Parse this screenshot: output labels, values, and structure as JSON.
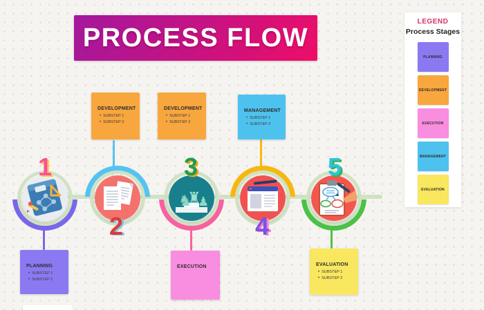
{
  "title": {
    "text": "PROCESS FLOW"
  },
  "legend": {
    "heading": "LEGEND",
    "subheading": "Process Stages",
    "items": [
      {
        "label": "PLANNING",
        "color": "#8b79f1"
      },
      {
        "label": "DEVELOPMENT",
        "color": "#f8a63e"
      },
      {
        "label": "EXECUTION",
        "color": "#f98ddf"
      },
      {
        "label": "MANAGEMENT",
        "color": "#4ec2ef"
      },
      {
        "label": "EVALUATION",
        "color": "#f8e75f"
      }
    ]
  },
  "notes": {
    "development1": {
      "title": "DEVELOPMENT",
      "substeps": [
        "SUBSTEP 1",
        "SUBSTEP 2"
      ],
      "color": "#f8a63e"
    },
    "development2": {
      "title": "DEVELOPMENT",
      "substeps": [
        "SUBSTEP 1",
        "SUBSTEP 2"
      ],
      "color": "#f8a63e"
    },
    "management": {
      "title": "MANAGEMENT",
      "substeps": [
        "SUBSTEP 1",
        "SUBSTEP 2"
      ],
      "color": "#4ec2ef"
    },
    "planning": {
      "title": "PLANNING",
      "substeps": [
        "SUBSTEP 1",
        "SUBSTEP 2"
      ],
      "color": "#8b79f1"
    },
    "execution": {
      "title": "EXECUTION",
      "substeps": [],
      "color": "#f98ddf"
    },
    "evaluation": {
      "title": "EVALUATION",
      "substeps": [
        "SUBSTEP 1",
        "SUBSTEP 2"
      ],
      "color": "#f8e75f"
    }
  },
  "stages": [
    {
      "number": "1",
      "name": "planning",
      "icon": "blueprint-plan",
      "number_color": "#fd4d9d",
      "number_shadow": "#fcc93f",
      "arc_color": "#7a66ea",
      "arc_side": "bottom"
    },
    {
      "number": "2",
      "name": "development",
      "icon": "documents",
      "number_color": "#df3a3a",
      "number_shadow": "#7fc4ea",
      "arc_color": "#55c3f2",
      "arc_side": "top"
    },
    {
      "number": "3",
      "name": "execution",
      "icon": "chess-strategy",
      "number_color": "#1f9c4d",
      "number_shadow": "#f5a623",
      "arc_color": "#f9609f",
      "arc_side": "bottom"
    },
    {
      "number": "4",
      "name": "management",
      "icon": "browser-window",
      "number_color": "#7c52e5",
      "number_shadow": "#f77fd0",
      "arc_color": "#f7b612",
      "arc_side": "top"
    },
    {
      "number": "5",
      "name": "evaluation",
      "icon": "clipboard-review",
      "number_color": "#2bc4d9",
      "number_shadow": "#3fae4e",
      "arc_color": "#4bc147",
      "arc_side": "bottom"
    }
  ],
  "colors": {
    "banner_gradient_start": "#a3189d",
    "banner_gradient_end": "#ee0d67",
    "timeline": "#cfe3c4",
    "legend_heading": "#d63066",
    "background": "#f6f4f0"
  }
}
